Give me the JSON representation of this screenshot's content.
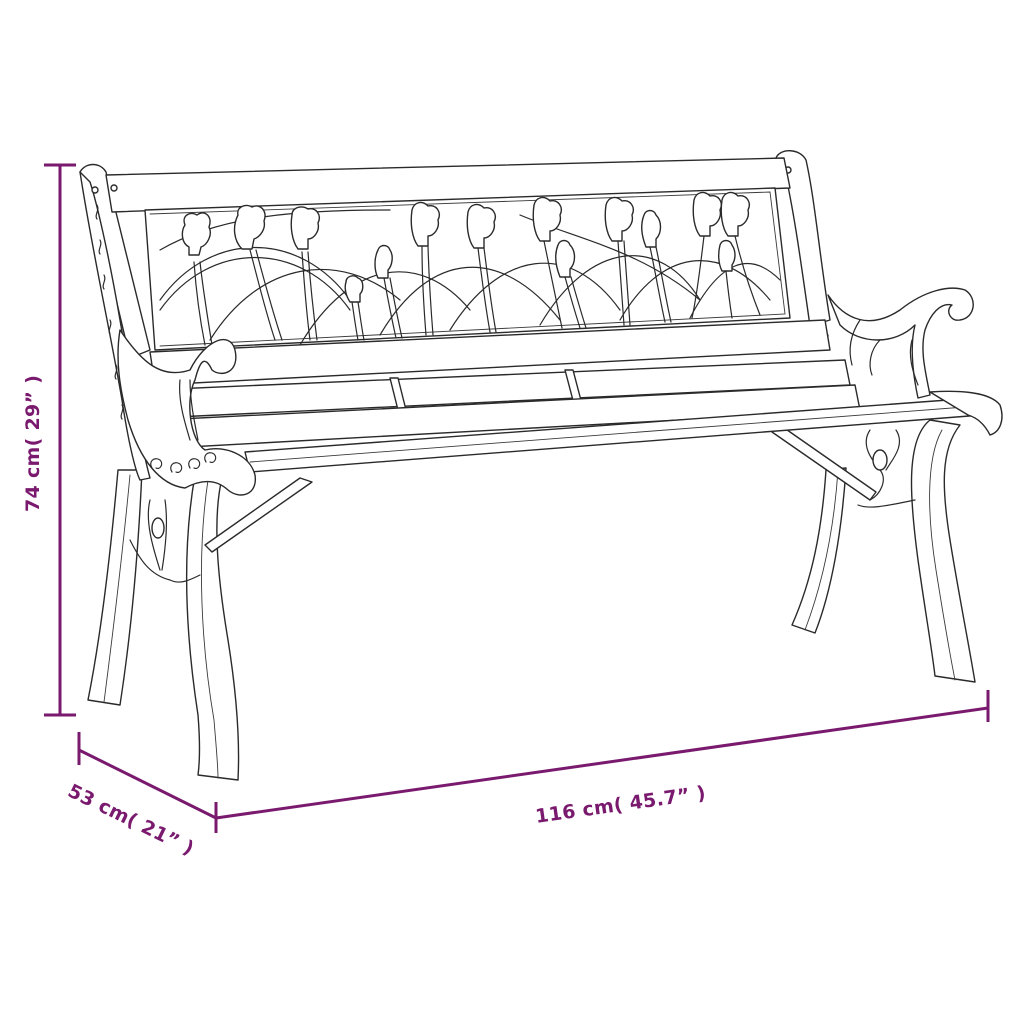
{
  "diagram": {
    "subject": "Garden bench with cast-iron tulip-pattern backrest and wooden slat seat",
    "line_color": "#2a2a2a",
    "dimension_color": "#7a1a6e",
    "background": "#ffffff"
  },
  "dimensions": {
    "height": {
      "label": "74 cm( 29” )",
      "metric_cm": 74,
      "imperial_in": 29
    },
    "depth": {
      "label": "53 cm( 21” )",
      "metric_cm": 53,
      "imperial_in": 21
    },
    "width": {
      "label": "116 cm( 45.7” )",
      "metric_cm": 116,
      "imperial_in": 45.7
    }
  }
}
